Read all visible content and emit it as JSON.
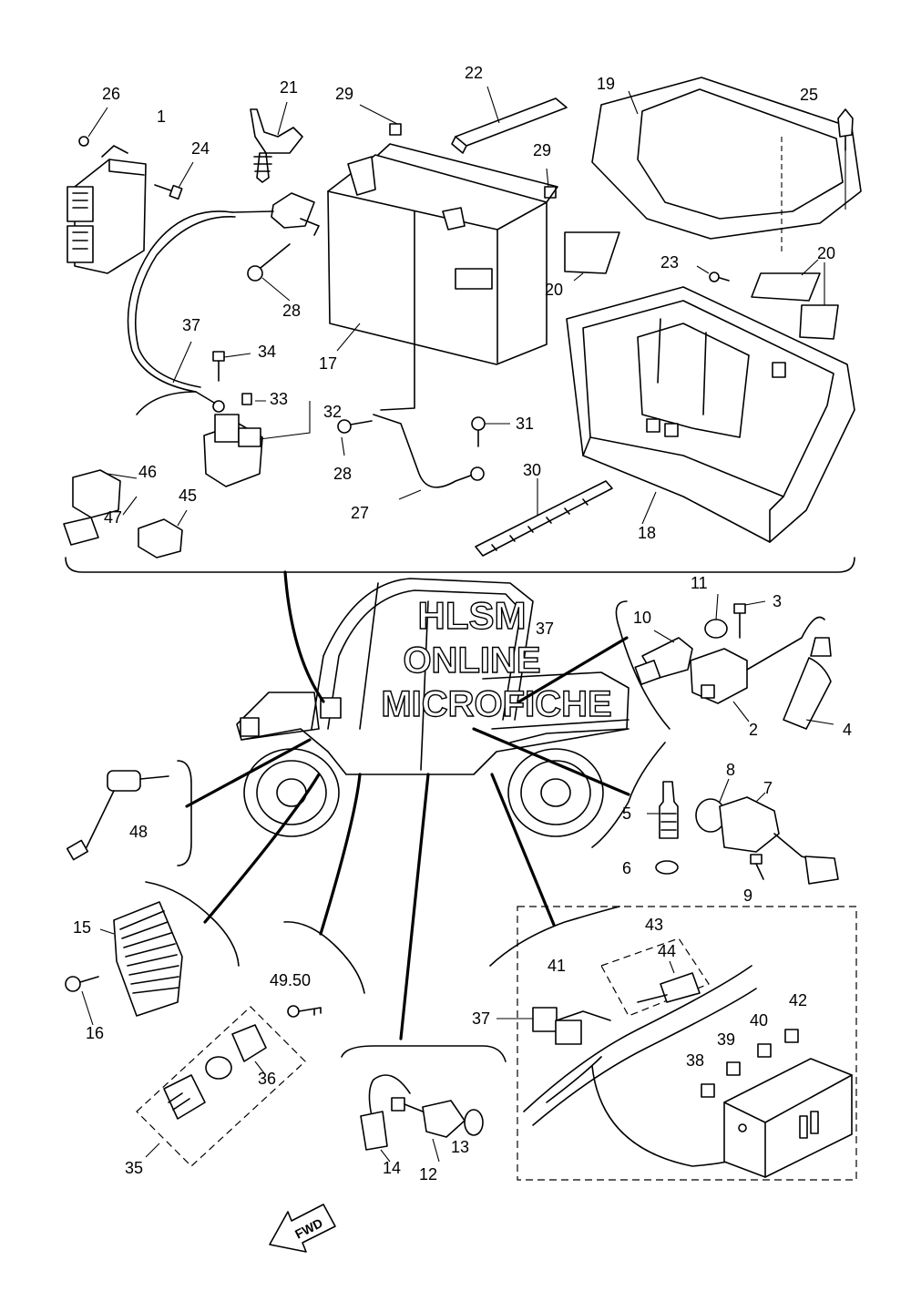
{
  "watermark": {
    "line1": "HLSM",
    "line2": "ONLINE",
    "line3": "MICROFICHE"
  },
  "fwd_label": "FWD",
  "callouts": {
    "c1": "1",
    "c2": "2",
    "c3": "3",
    "c4": "4",
    "c5": "5",
    "c6": "6",
    "c7": "7",
    "c8": "8",
    "c9": "9",
    "c10": "10",
    "c11": "11",
    "c12": "12",
    "c13": "13",
    "c14": "14",
    "c15": "15",
    "c16": "16",
    "c17": "17",
    "c18": "18",
    "c19": "19",
    "c20a": "20",
    "c20b": "20",
    "c21": "21",
    "c22": "22",
    "c23": "23",
    "c24": "24",
    "c25": "25",
    "c26": "26",
    "c27": "27",
    "c28a": "28",
    "c28b": "28",
    "c29a": "29",
    "c29b": "29",
    "c30": "30",
    "c31": "31",
    "c32": "32",
    "c33": "33",
    "c34": "34",
    "c35": "35",
    "c36": "36",
    "c37a": "37",
    "c37b": "37",
    "c37c": "37",
    "c38": "38",
    "c39": "39",
    "c40": "40",
    "c41": "41",
    "c42": "42",
    "c43": "43",
    "c44": "44",
    "c45": "45",
    "c46": "46",
    "c47": "47",
    "c48": "48",
    "c4950": "49.50"
  }
}
